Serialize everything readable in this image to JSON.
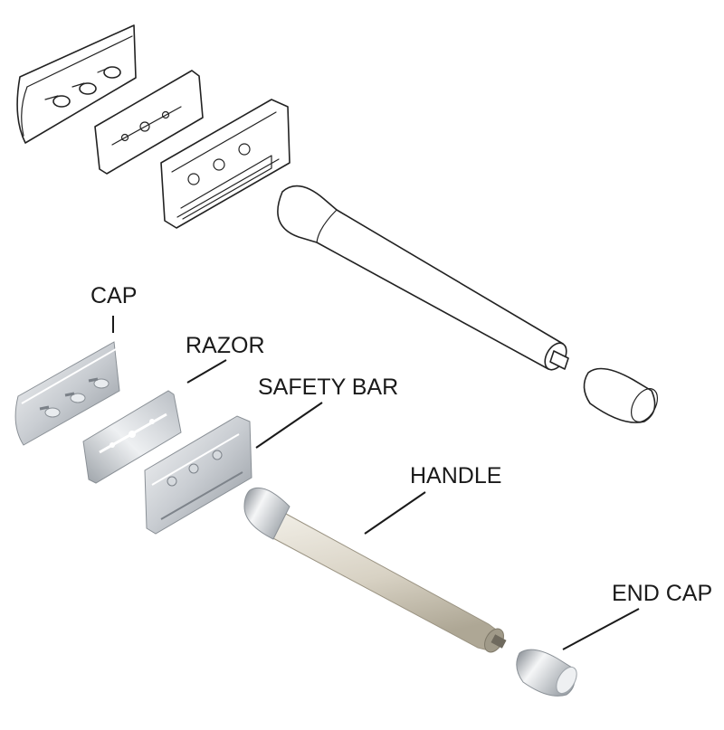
{
  "labels": {
    "cap": "CAP",
    "razor": "RAZOR",
    "safety_bar": "SAFETY BAR",
    "handle": "HANDLE",
    "end_cap": "END CAP"
  },
  "colors": {
    "outline": "#222222",
    "metal_light": "#f2f4f6",
    "metal_dark": "#a9aeb4",
    "handle_light": "#ebe7dc",
    "handle_dark": "#bdb6a5",
    "label": "#1a1a1a"
  }
}
